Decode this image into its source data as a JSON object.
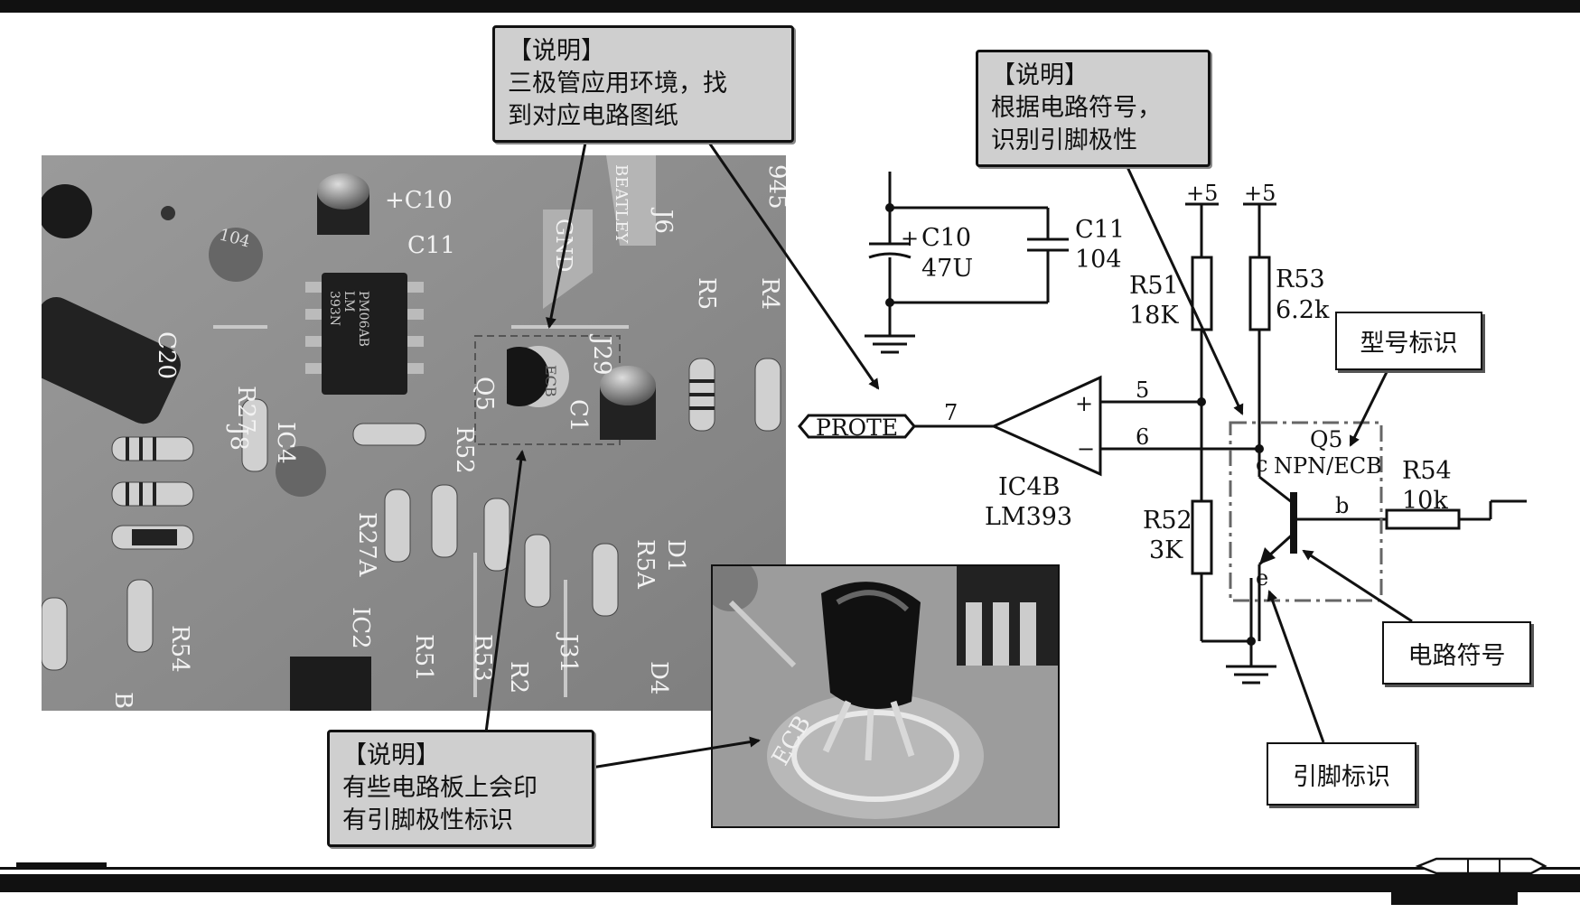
{
  "notes": {
    "top": {
      "title": "【说明】",
      "line1": "三极管应用环境，找",
      "line2": "到对应电路图纸"
    },
    "right": {
      "title": "【说明】",
      "line1": "根据电路符号，",
      "line2": "识别引脚极性"
    },
    "bottom": {
      "title": "【说明】",
      "line1": "有些电路板上会印",
      "line2": "有引脚极性标识"
    }
  },
  "labels": {
    "model": "型号标识",
    "symbol": "电路符号",
    "pin": "引脚标识"
  },
  "pcb": {
    "c10": "+C10",
    "c11": "C11",
    "cap104": "104",
    "c20": "C20",
    "j8": "J8",
    "ic4": "IC4",
    "chip_line1": "PM06AB",
    "chip_line2": "LM",
    "chip_line3": "393N",
    "gnd": "GND",
    "brand": "BEATLEY",
    "j6": "J6",
    "n945": "945",
    "r5": "R5",
    "r4": "R4",
    "j29": "J29",
    "q5": "Q5",
    "ecb": "ECB",
    "c1": "C1",
    "r52": "R52",
    "r27": "R27",
    "r27a": "R27A",
    "r5a": "R5A",
    "d1": "D1",
    "ic2": "IC2",
    "r51": "R51",
    "r53": "R53",
    "r2": "R2",
    "j31": "J31",
    "d4": "D4",
    "r54": "R54",
    "b": "B",
    "ecb_zoom": "ECB"
  },
  "schematic": {
    "c10_name": "C10",
    "c10_val": "47U",
    "c11_name": "C11",
    "c11_val": "104",
    "plus5a": "+5",
    "plus5b": "+5",
    "r51_name": "R51",
    "r51_val": "18K",
    "r53_name": "R53",
    "r53_val": "6.2k",
    "r52_name": "R52",
    "r52_val": "3K",
    "r54_name": "R54",
    "r54_val": "10k",
    "pin5": "5",
    "pin6": "6",
    "pin7": "7",
    "plus": "+",
    "minus": "−",
    "prote": "PROTE",
    "ic_name": "IC4B",
    "ic_part": "LM393",
    "q_name": "Q5",
    "q_type": "NPN/ECB",
    "pin_c": "c",
    "pin_b": "b",
    "pin_e": "e"
  }
}
